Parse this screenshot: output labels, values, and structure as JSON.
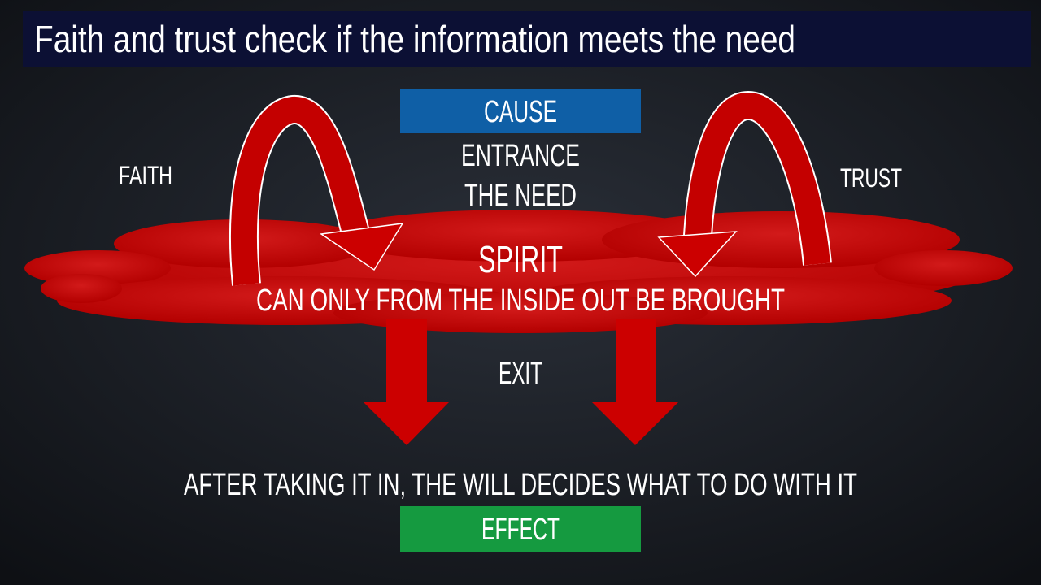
{
  "title": "Faith and trust check if the information meets the need",
  "cause_label": "CAUSE",
  "entrance_label": "ENTRANCE",
  "need_label": "THE NEED",
  "faith_label": "FAITH",
  "trust_label": "TRUST",
  "spirit_label": "SPIRIT",
  "spirit_caption": "CAN ONLY FROM THE INSIDE OUT BE BROUGHT",
  "exit_label": "EXIT",
  "will_caption": "AFTER TAKING IT IN, THE WILL DECIDES WHAT TO DO WITH IT",
  "effect_label": "EFFECT",
  "colors": {
    "title_bar": "#0c1034",
    "cause": "#0f5fa6",
    "effect": "#159a40",
    "cloud": "#c00000",
    "arrow": "#cc0000"
  }
}
